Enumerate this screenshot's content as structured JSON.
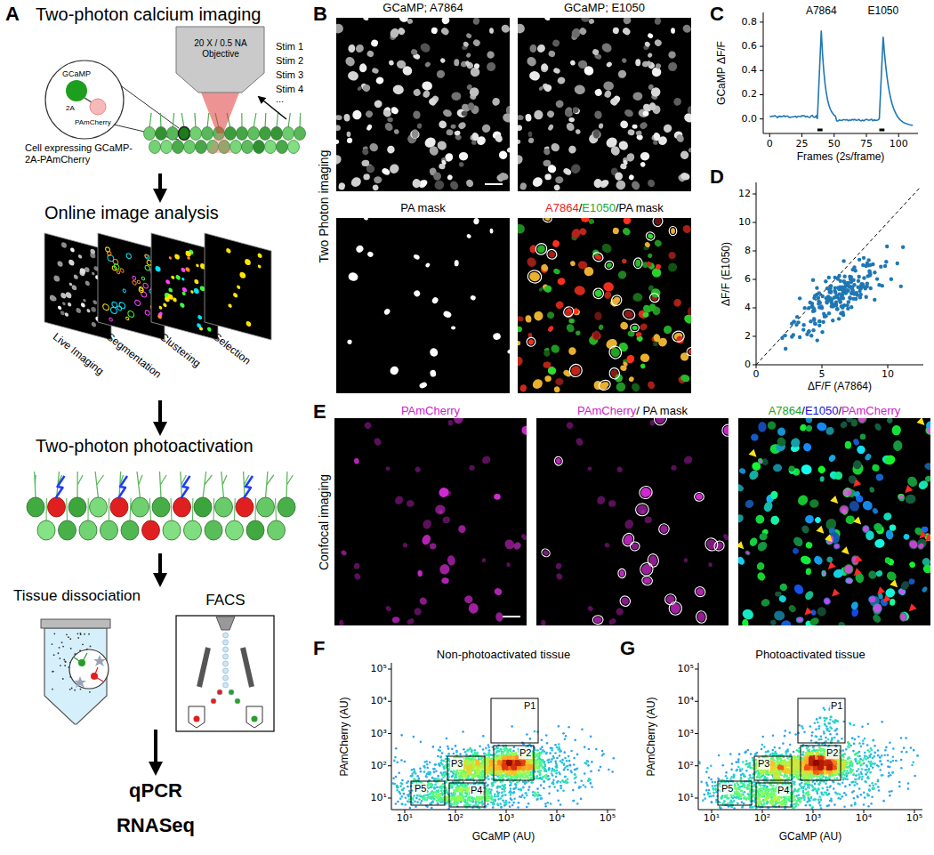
{
  "diagram": {
    "nodes": [
      {
        "text": [
          "Two-photon calcium imaging"
        ]
      },
      {
        "text": [
          "Online image analysis"
        ]
      },
      {
        "text": [
          "Two-photon photoactivation"
        ]
      },
      {
        "text": [
          "Tissue dissociation"
        ]
      },
      {
        "text": [
          "FACS"
        ]
      },
      {
        "text": [
          "qPCR",
          "RNASeq"
        ]
      }
    ],
    "edges": [
      {
        "from": 0,
        "to": 1,
        "arrow": "to"
      },
      {
        "from": 1,
        "to": 2,
        "arrow": "to"
      },
      {
        "from": 2,
        "to": 3,
        "arrow": "to"
      },
      {
        "from": 3,
        "to": 5,
        "arrow": "to"
      }
    ],
    "labels": [
      "A",
      "20 X / 0.5 NA Objective",
      "GCaMP",
      "2A",
      "PAmCherry",
      "Cell expressing GCaMP-2A-PAmCherry",
      "Stim 1",
      "Stim 2",
      "Stim 3",
      "Stim 4",
      "...",
      "Live Imaging",
      "Segmentation",
      "Clustering",
      "Selection",
      "B",
      "Two Photon imaging",
      "GCaMP; A7864",
      "GCaMP; E1050",
      "PA mask",
      "A7864",
      "/",
      "E1050",
      "/PA mask",
      "C",
      "A7864",
      "E1050",
      "GCaMP ΔF/F",
      "0.0",
      "0.2",
      "0.4",
      "0.6",
      "0.8",
      "0",
      "25",
      "50",
      "75",
      "100",
      "Frames (2s/frame)",
      "D",
      "0",
      "2",
      "4",
      "6",
      "8",
      "10",
      "12",
      "0",
      "5",
      "10",
      "ΔF/F (E1050)",
      "ΔF/F (A7864)",
      "E",
      "Confocal imaging",
      "PAmCherry",
      "PAmCherry",
      "/ PA mask",
      "A7864",
      "/",
      "E1050",
      "/",
      "PAmCherry",
      "F",
      "Non-photoactivated tissue",
      "PAmCherry (AU)",
      "10¹",
      "10²",
      "10³",
      "10⁴",
      "10⁵",
      "10¹",
      "10²",
      "10³",
      "10⁴",
      "10⁵",
      "GCaMP (AU)",
      "P1",
      "P2",
      "P3",
      "P4",
      "P5",
      "G",
      "Photoactivated tissue",
      "PAmCherry (AU)",
      "10¹",
      "10²",
      "10³",
      "10⁴",
      "10⁵",
      "10¹",
      "10²",
      "10³",
      "10⁴",
      "10⁵",
      "GCaMP (AU)",
      "P1",
      "P2",
      "P3",
      "P4",
      "P5"
    ]
  }
}
